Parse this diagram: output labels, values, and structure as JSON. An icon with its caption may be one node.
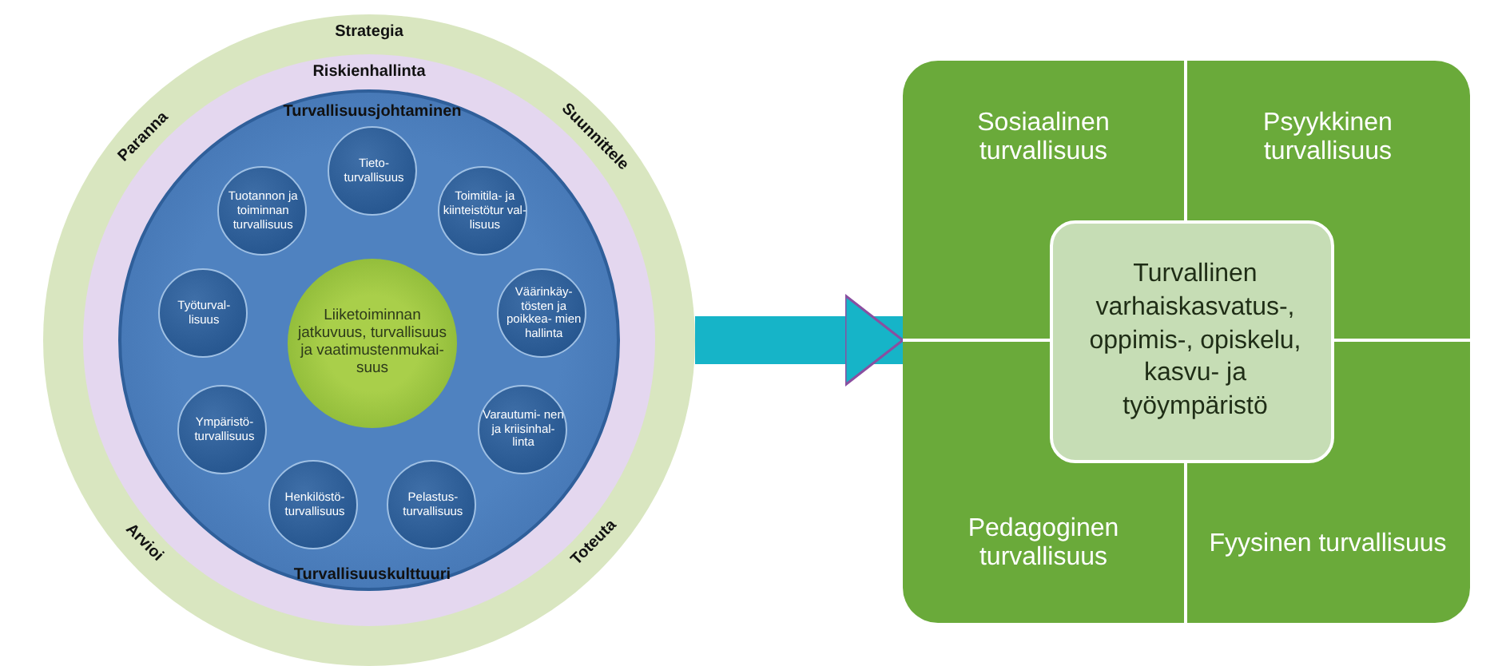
{
  "diagram": {
    "nodes": [
      {
        "text": [
          "Strategia"
        ]
      },
      {
        "text": [
          "Riskienhallinta"
        ],
        "in": 0
      },
      {
        "text": [
          "Turvallisuusjohtaminen",
          "Turvallisuuskulttuuri"
        ],
        "in": 1
      },
      {
        "text": [
          "Liiketoiminnan jatkuvuus, turvallisuus ja vaatimustenmukai- suus"
        ],
        "in": 2
      },
      {
        "text": [
          "Tieto- turvallisuus"
        ],
        "in": 2
      },
      {
        "text": [
          "Tuotannon ja toiminnan turvallisuus"
        ],
        "in": 2
      },
      {
        "text": [
          "Toimitila- ja kiinteistötur val-lisuus"
        ],
        "in": 2
      },
      {
        "text": [
          "Työturval- lisuus"
        ],
        "in": 2
      },
      {
        "text": [
          "Väärinkäy- tösten ja poikkea- mien hallinta"
        ],
        "in": 2
      },
      {
        "text": [
          "Ympäristö- turvallisuus"
        ],
        "in": 2
      },
      {
        "text": [
          "Varautumi- nen ja kriisinhal- linta"
        ],
        "in": 2
      },
      {
        "text": [
          "Henkilöstö- turvallisuus"
        ],
        "in": 2
      },
      {
        "text": [
          "Pelastus- turvallisuus"
        ],
        "in": 2
      },
      {
        "text": [],
        "shape": "box"
      },
      {
        "text": [
          "Sosiaalinen turvallisuus"
        ],
        "in": 13
      },
      {
        "text": [
          "Psyykkinen turvallisuus"
        ],
        "in": 13
      },
      {
        "text": [
          "Pedagoginen turvallisuus"
        ],
        "in": 13
      },
      {
        "text": [
          "Fyysinen turvallisuus"
        ],
        "in": 13
      },
      {
        "text": [
          "Turvallinen varhaiskasvatus-, oppimis-, opiskelu, kasvu- ja työympäristö"
        ],
        "in": 13
      }
    ],
    "edges": [
      {
        "from": 0,
        "to": 13,
        "arrow": "to"
      }
    ],
    "labels": [
      "Paranna",
      "Suunnittele",
      "Arvioi",
      "Toteuta"
    ]
  }
}
